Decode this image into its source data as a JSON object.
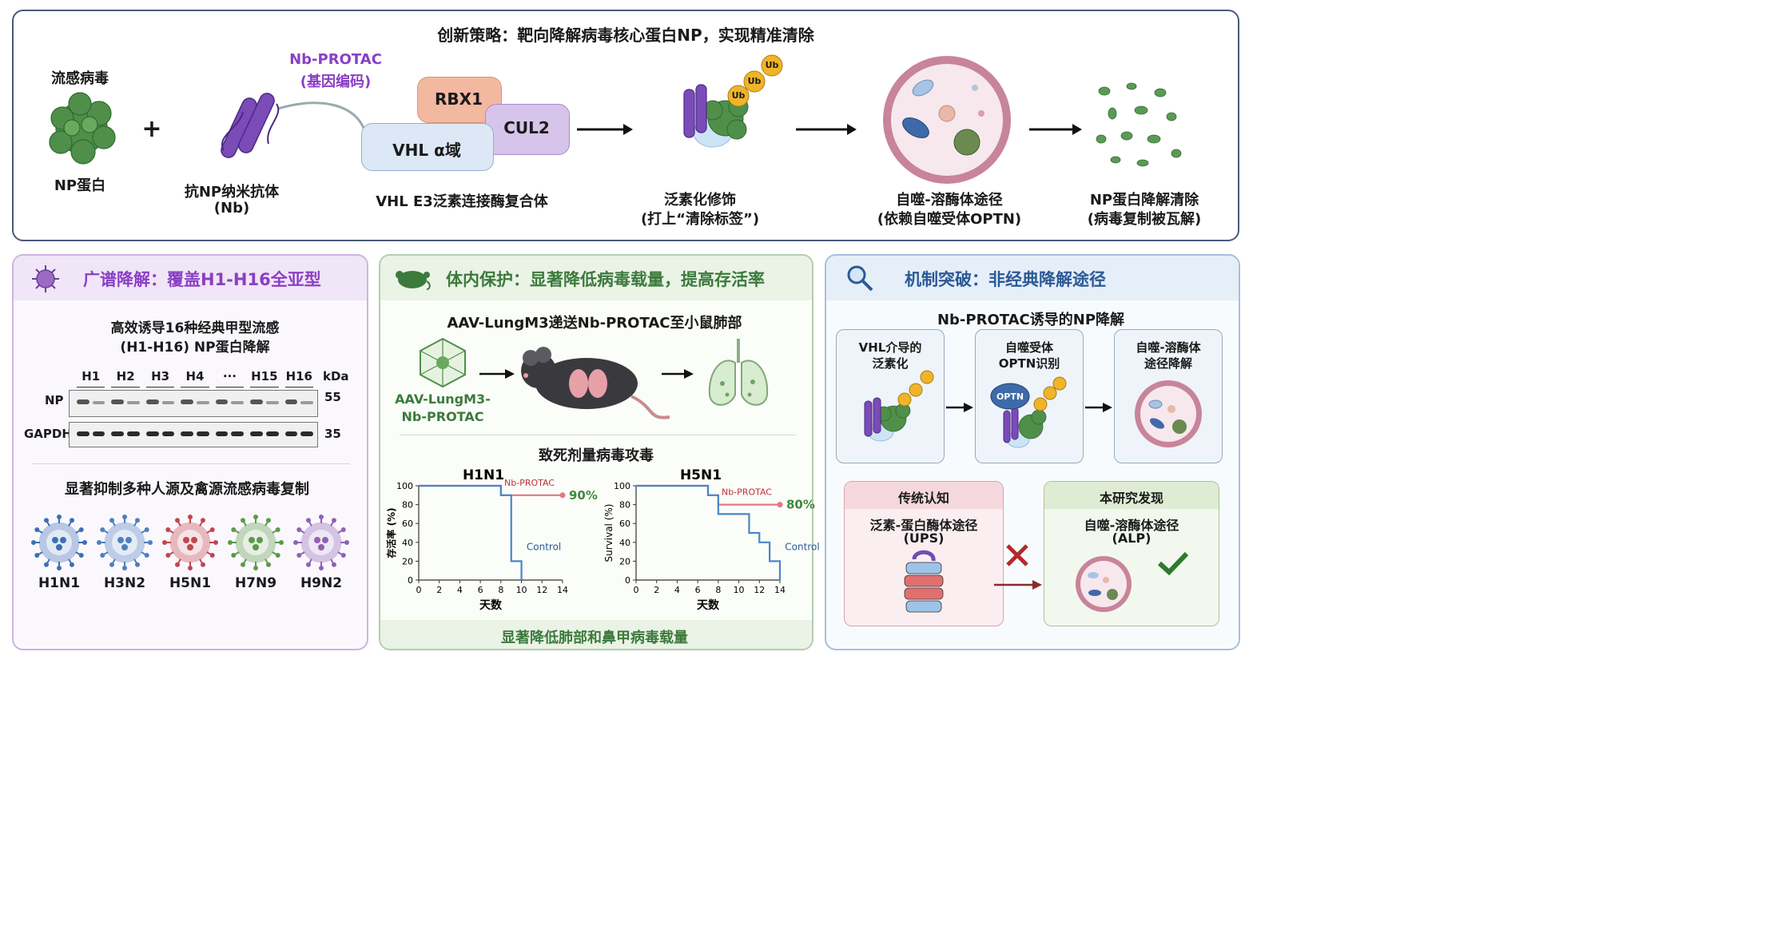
{
  "top": {
    "title": "创新策略：靶向降解病毒核心蛋白NP，实现精准清除",
    "virus_label": "流感病毒",
    "np_label": "NP蛋白",
    "plus": "+",
    "nbprotac_label": "Nb-PROTAC",
    "nbprotac_sub": "(基因编码)",
    "nb_label_1": "抗NP纳米抗体",
    "nb_label_2": "(Nb)",
    "rbx1": "RBX1",
    "cul2": "CUL2",
    "vhl": "VHL α域",
    "complex_label": "VHL E3泛素连接酶复合体",
    "ub": "Ub",
    "ubiq_1": "泛素化修饰",
    "ubiq_2": "(打上“清除标签”)",
    "auto_1": "自噬-溶酶体途径",
    "auto_2": "(依赖自噬受体OPTN)",
    "clear_1": "NP蛋白降解清除",
    "clear_2": "(病毒复制被瓦解)"
  },
  "left": {
    "title": "广谱降解：覆盖H1-H16全亚型",
    "sub1": "高效诱导16种经典甲型流感",
    "sub2": "(H1-H16) NP蛋白降解",
    "lanes": [
      "H1",
      "H2",
      "H3",
      "H4",
      "···",
      "H15",
      "H16"
    ],
    "kda": "kDa",
    "np": "NP",
    "gapdh": "GAPDH",
    "mw55": "55",
    "mw35": "35",
    "suppress": "显著抑制多种人源及禽源流感病毒复制",
    "strains": [
      "H1N1",
      "H3N2",
      "H5N1",
      "H7N9",
      "H9N2"
    ],
    "strain_colors": [
      "#3d6fb6",
      "#4d7fc0",
      "#c0474d",
      "#5b9a4a",
      "#9062b4"
    ]
  },
  "mid": {
    "title": "体内保护：显著降低病毒载量，提高存活率",
    "delivery": "AAV-LungM3递送Nb-PROTAC至小鼠肺部",
    "aav_1": "AAV-LungM3-",
    "aav_2": "Nb-PROTAC",
    "challenge": "致死剂量病毒攻毒",
    "footer": "显著降低肺部和鼻甲病毒载量"
  },
  "right": {
    "title": "机制突破：非经典降解途径",
    "subtitle": "Nb-PROTAC诱导的NP降解",
    "box1_1": "VHL介导的",
    "box1_2": "泛素化",
    "box2_1": "自噬受体",
    "box2_2": "OPTN识别",
    "box3_1": "自噬-溶酶体",
    "box3_2": "途径降解",
    "optn": "OPTN",
    "trad_title": "传统认知",
    "trad_1": "泛素-蛋白酶体途径",
    "trad_2": "(UPS)",
    "new_title": "本研究发现",
    "new_1": "自噬-溶酶体途径",
    "new_2": "(ALP)"
  },
  "chart_data": [
    {
      "type": "line",
      "title": "H1N1",
      "xlabel": "天数",
      "ylabel": "存活率 (%)",
      "xlim": [
        0,
        14
      ],
      "ylim": [
        0,
        100
      ],
      "xticks": [
        0,
        2,
        4,
        6,
        8,
        10,
        12,
        14
      ],
      "yticks": [
        0,
        20,
        40,
        60,
        80,
        100
      ],
      "series": [
        {
          "name": "Nb-PROTAC",
          "color": "#e07a84",
          "end_label": "90%",
          "points": [
            [
              0,
              100
            ],
            [
              8,
              100
            ],
            [
              8,
              90
            ],
            [
              14,
              90
            ]
          ]
        },
        {
          "name": "Control",
          "color": "#4a86c6",
          "points": [
            [
              0,
              100
            ],
            [
              8,
              100
            ],
            [
              8,
              90
            ],
            [
              9,
              90
            ],
            [
              9,
              20
            ],
            [
              10,
              20
            ],
            [
              10,
              0
            ]
          ]
        }
      ]
    },
    {
      "type": "line",
      "title": "H5N1",
      "xlabel": "天数",
      "ylabel": "Survival (%)",
      "xlim": [
        0,
        14
      ],
      "ylim": [
        0,
        100
      ],
      "xticks": [
        0,
        2,
        4,
        6,
        8,
        10,
        12,
        14
      ],
      "yticks": [
        0,
        20,
        40,
        60,
        80,
        100
      ],
      "series": [
        {
          "name": "Nb-PROTAC",
          "color": "#e07a84",
          "end_label": "80%",
          "points": [
            [
              0,
              100
            ],
            [
              7,
              100
            ],
            [
              7,
              90
            ],
            [
              8,
              90
            ],
            [
              8,
              80
            ],
            [
              14,
              80
            ]
          ]
        },
        {
          "name": "Control",
          "color": "#4a86c6",
          "points": [
            [
              0,
              100
            ],
            [
              7,
              100
            ],
            [
              7,
              90
            ],
            [
              8,
              90
            ],
            [
              8,
              70
            ],
            [
              11,
              70
            ],
            [
              11,
              50
            ],
            [
              12,
              50
            ],
            [
              12,
              40
            ],
            [
              13,
              40
            ],
            [
              13,
              20
            ],
            [
              14,
              20
            ],
            [
              14,
              0
            ]
          ]
        }
      ]
    }
  ]
}
